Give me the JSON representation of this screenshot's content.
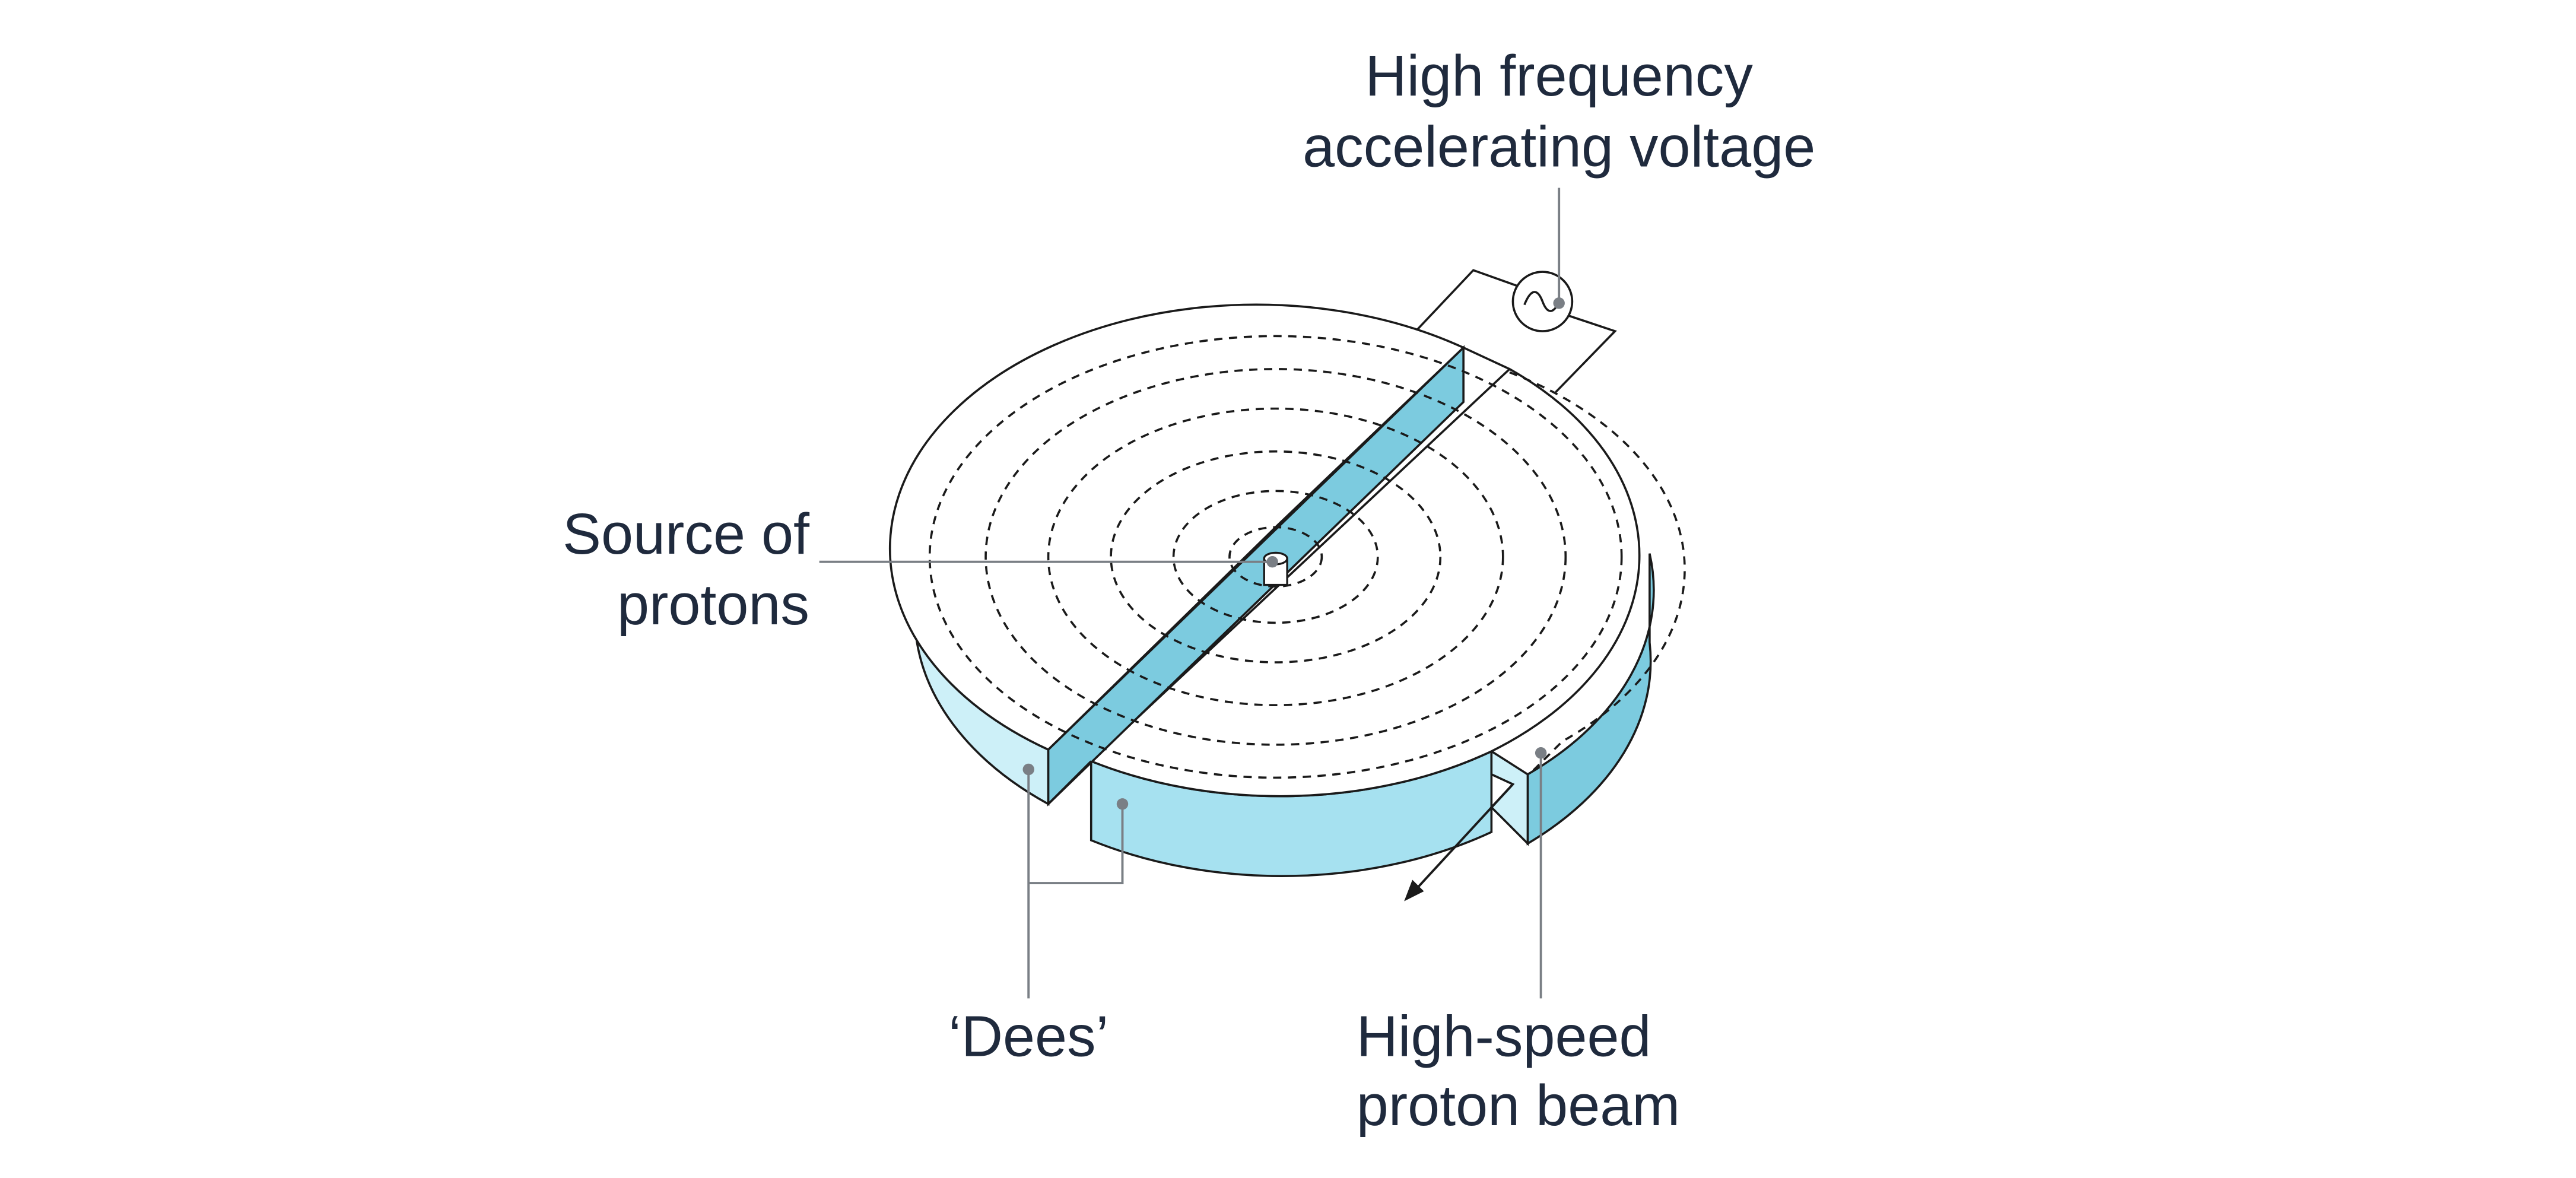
{
  "labels": {
    "voltage_line1": "High frequency",
    "voltage_line2": "accelerating voltage",
    "source_line1": "Source of",
    "source_line2": "protons",
    "dees": "‘Dees’",
    "beam_line1": "High-speed",
    "beam_line2": "proton beam"
  },
  "icons": [
    "ac-source-icon"
  ],
  "colors": {
    "outline": "#1a1a1a",
    "gap_fill": "#7ccbdf",
    "side_light": "#cdf0f8",
    "side_mid": "#a6e1f0",
    "side_dark": "#7ccbdf",
    "leader": "#7a7f85",
    "text": "#1f2a3d"
  }
}
